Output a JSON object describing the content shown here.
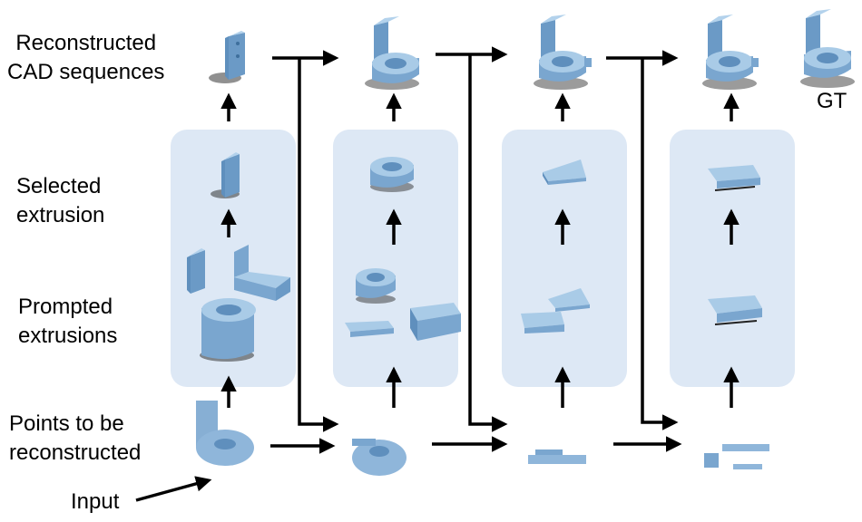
{
  "labels": {
    "reconstructed": [
      "Reconstructed",
      "CAD sequences"
    ],
    "selected": [
      "Selected",
      "extrusion"
    ],
    "prompted": [
      "Prompted",
      "extrusions"
    ],
    "points": [
      "Points to be",
      "reconstructed"
    ],
    "input": "Input",
    "gt": "GT"
  },
  "colors": {
    "panel": "#dde8f5",
    "shape_top": "#a9cbe7",
    "shape_front": "#7aa6cf",
    "shape_side": "#5f8fbd",
    "shadow": "#222222",
    "arrow": "#000000"
  },
  "stages": [
    {
      "prompted_count": 3,
      "selected": "bracket-block"
    },
    {
      "prompted_count": 3,
      "selected": "ring-cylinder"
    },
    {
      "prompted_count": 2,
      "selected": "wedge-plate"
    },
    {
      "prompted_count": 1,
      "selected": "thin-bar"
    }
  ]
}
